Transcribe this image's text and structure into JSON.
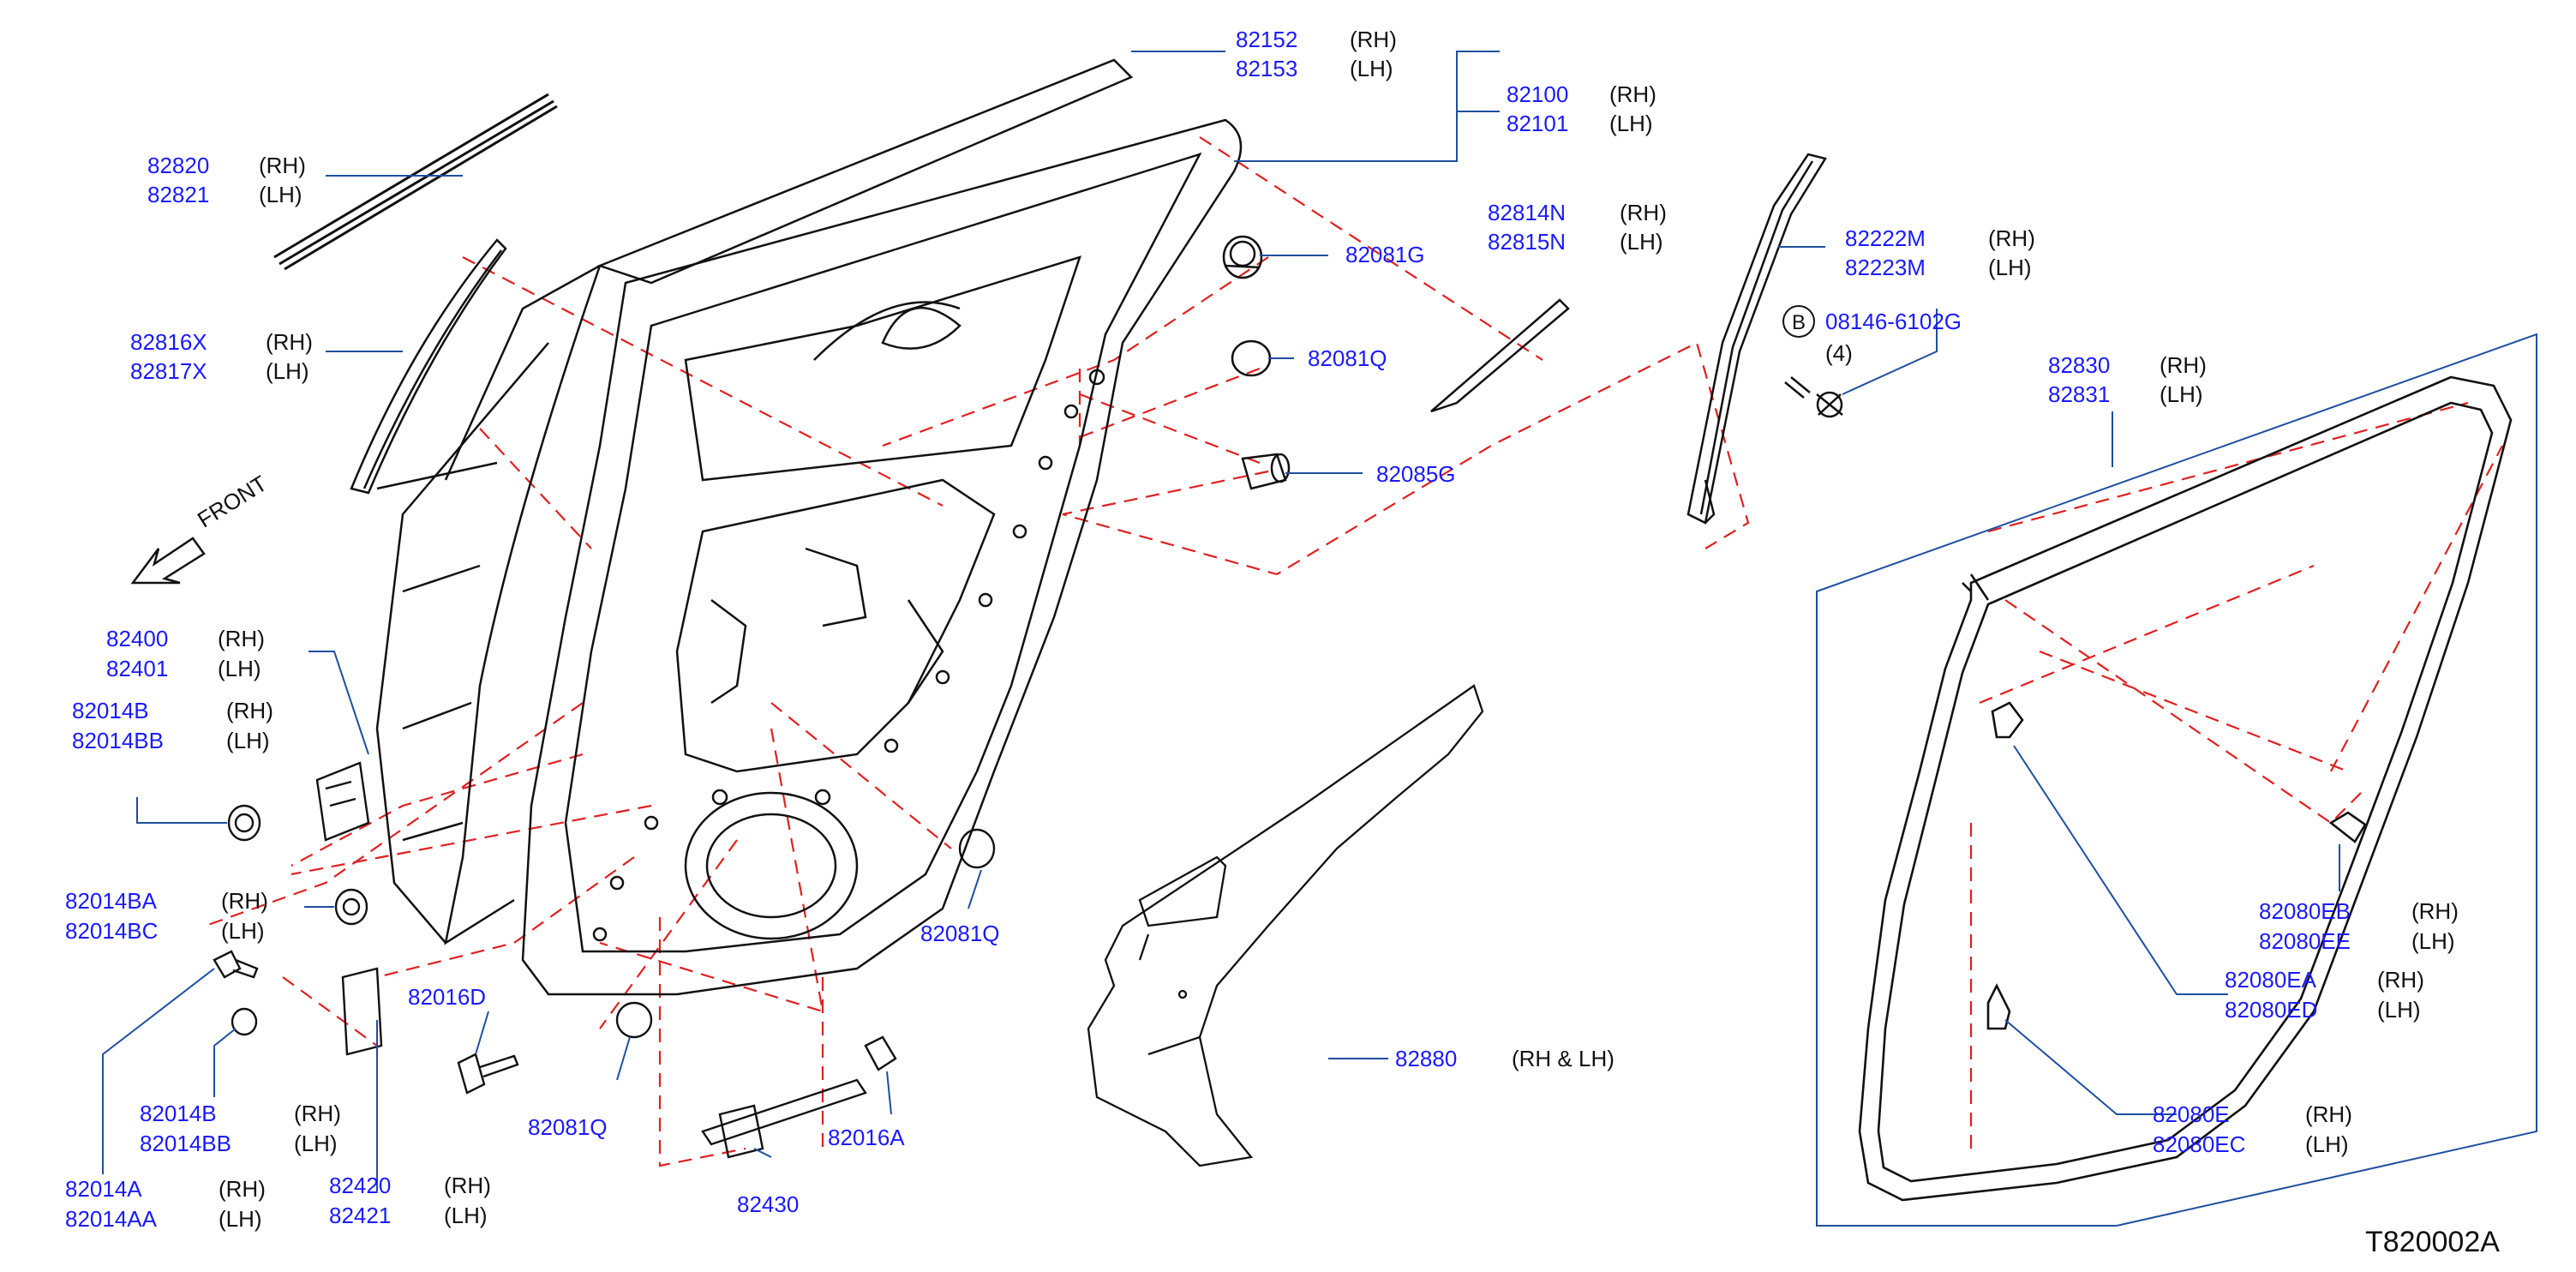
{
  "callouts": [
    {
      "part_numbers": [
        "82152",
        "82153"
      ],
      "sides": [
        "(RH)",
        "(LH)"
      ]
    },
    {
      "part_numbers": [
        "82100",
        "82101"
      ],
      "sides": [
        "(RH)",
        "(LH)"
      ]
    },
    {
      "part_numbers": [
        "82820",
        "82821"
      ],
      "sides": [
        "(RH)",
        "(LH)"
      ]
    },
    {
      "part_numbers": [
        "82816X",
        "82817X"
      ],
      "sides": [
        "(RH)",
        "(LH)"
      ]
    },
    {
      "part_numbers": [
        "82814N",
        "82815N"
      ],
      "sides": [
        "(RH)",
        "(LH)"
      ]
    },
    {
      "part_numbers": [
        "82222M",
        "82223M"
      ],
      "sides": [
        "(RH)",
        "(LH)"
      ]
    },
    {
      "part_numbers": [
        "82081G"
      ],
      "sides": []
    },
    {
      "part_numbers": [
        "82081Q"
      ],
      "sides": []
    },
    {
      "part_numbers": [
        "82085G"
      ],
      "sides": []
    },
    {
      "part_numbers": [
        "08146-6102G"
      ],
      "sides": [
        "(4)"
      ],
      "marker": "B"
    },
    {
      "part_numbers": [
        "82830",
        "82831"
      ],
      "sides": [
        "(RH)",
        "(LH)"
      ]
    },
    {
      "part_numbers": [
        "82400",
        "82401"
      ],
      "sides": [
        "(RH)",
        "(LH)"
      ]
    },
    {
      "part_numbers": [
        "82014B",
        "82014BB"
      ],
      "sides": [
        "(RH)",
        "(LH)"
      ]
    },
    {
      "part_numbers": [
        "82014BA",
        "82014BC"
      ],
      "sides": [
        "(RH)",
        "(LH)"
      ]
    },
    {
      "part_numbers": [
        "82014B",
        "82014BB"
      ],
      "sides": [
        "(RH)",
        "(LH)"
      ]
    },
    {
      "part_numbers": [
        "82014A",
        "82014AA"
      ],
      "sides": [
        "(RH)",
        "(LH)"
      ]
    },
    {
      "part_numbers": [
        "82420",
        "82421"
      ],
      "sides": [
        "(RH)",
        "(LH)"
      ]
    },
    {
      "part_numbers": [
        "82016D"
      ],
      "sides": []
    },
    {
      "part_numbers": [
        "82081Q"
      ],
      "sides": []
    },
    {
      "part_numbers": [
        "82430"
      ],
      "sides": []
    },
    {
      "part_numbers": [
        "82016A"
      ],
      "sides": []
    },
    {
      "part_numbers": [
        "82081Q"
      ],
      "sides": []
    },
    {
      "part_numbers": [
        "82880"
      ],
      "sides": [
        "(RH  &  LH)"
      ]
    },
    {
      "part_numbers": [
        "82080EB",
        "82080EE"
      ],
      "sides": [
        "(RH)",
        "(LH)"
      ]
    },
    {
      "part_numbers": [
        "82080EA",
        "82080ED"
      ],
      "sides": [
        "(RH)",
        "(LH)"
      ]
    },
    {
      "part_numbers": [
        "82080E",
        "82080EC"
      ],
      "sides": [
        "(RH)",
        "(LH)"
      ]
    }
  ],
  "front_label": "FRONT",
  "diagram_code": "T820002A",
  "colors": {
    "part_number": "#1a1aff",
    "leader": "#1e4fa0",
    "dashed": "#e02020",
    "drawing": "#111111"
  }
}
